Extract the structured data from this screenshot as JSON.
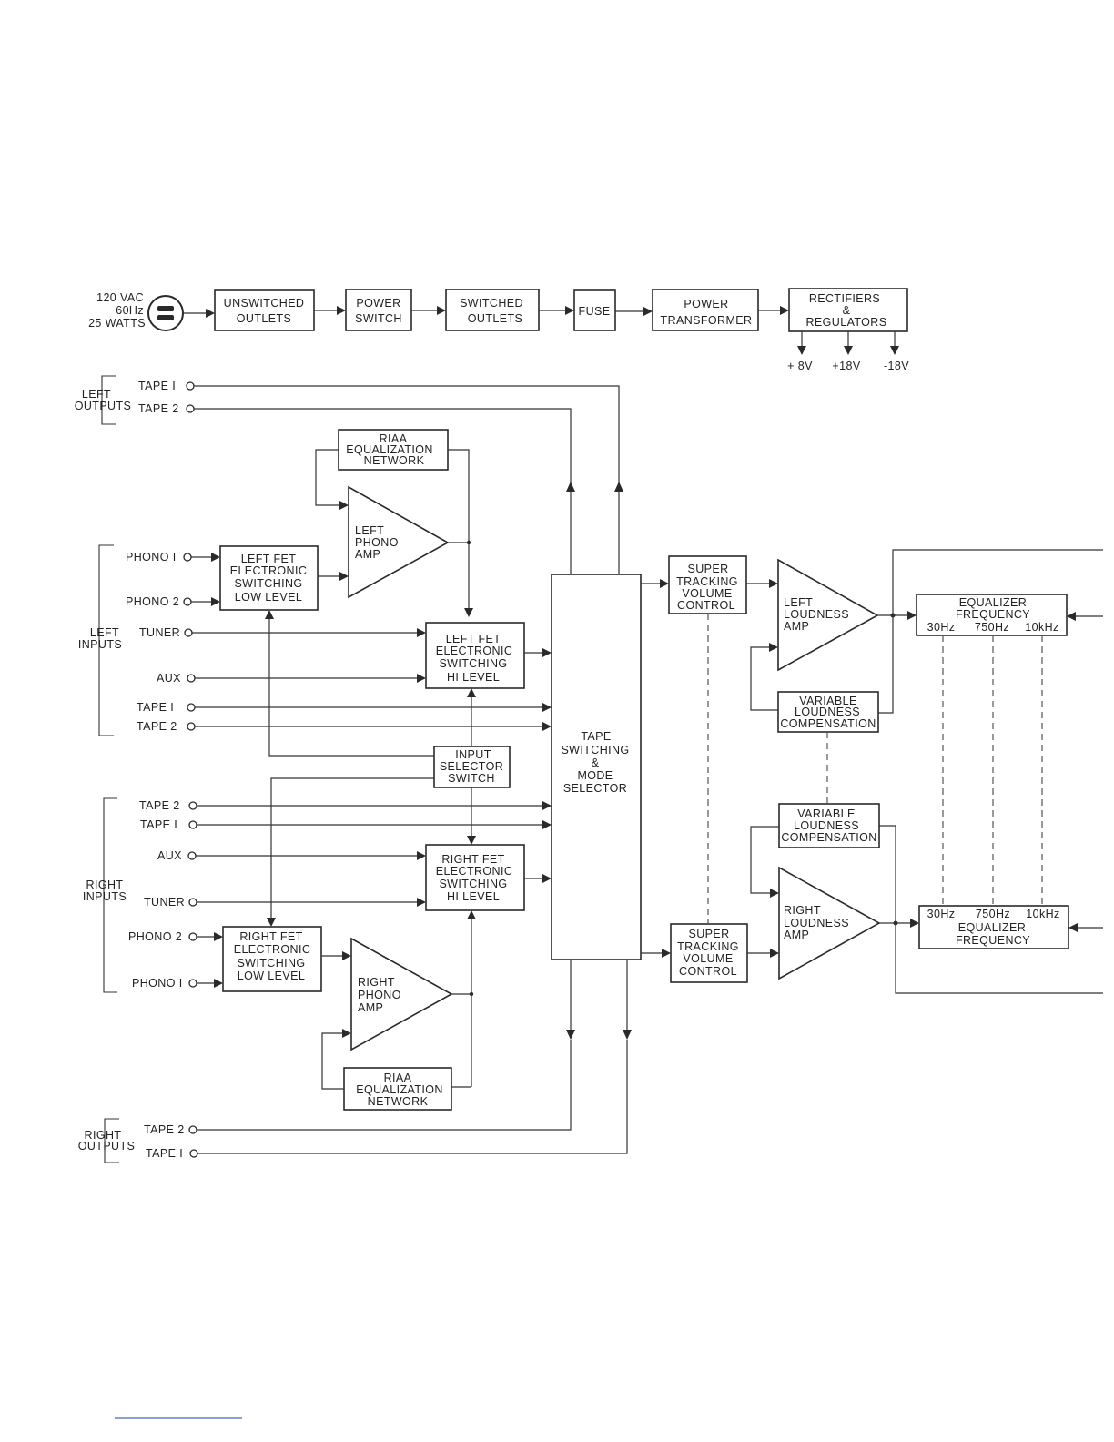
{
  "power_chain": {
    "source": [
      "120 VAC",
      "60Hz",
      "25 WATTS"
    ],
    "unswitched_outlets": [
      "UNSWITCHED",
      "OUTLETS"
    ],
    "power_switch": [
      "POWER",
      "SWITCH"
    ],
    "switched_outlets": [
      "SWITCHED",
      "OUTLETS"
    ],
    "fuse": [
      "FUSE"
    ],
    "power_transformer": [
      "POWER",
      "TRANSFORMER"
    ],
    "rectifiers": [
      "RECTIFIERS",
      "&",
      "REGULATORS"
    ],
    "rails": [
      "+ 8V",
      "+18V",
      "-18V"
    ]
  },
  "left_outputs": {
    "group": [
      "LEFT",
      "OUTPUTS"
    ],
    "tape1": "TAPE I",
    "tape2": "TAPE 2"
  },
  "right_outputs": {
    "group": [
      "RIGHT",
      "OUTPUTS"
    ],
    "tape2": "TAPE 2",
    "tape1": "TAPE I"
  },
  "left_inputs": {
    "group": [
      "LEFT",
      "INPUTS"
    ],
    "phono1": "PHONO I",
    "phono2": "PHONO 2",
    "tuner": "TUNER",
    "aux": "AUX",
    "tape1": "TAPE I",
    "tape2": "TAPE 2"
  },
  "right_inputs": {
    "group": [
      "RIGHT",
      "INPUTS"
    ],
    "tape2": "TAPE 2",
    "tape1": "TAPE I",
    "aux": "AUX",
    "tuner": "TUNER",
    "phono2": "PHONO 2",
    "phono1": "PHONO I"
  },
  "blocks": {
    "riaa_left": [
      "RIAA",
      "EQUALIZATION",
      "NETWORK"
    ],
    "left_phono_amp": [
      "LEFT",
      "PHONO",
      "AMP"
    ],
    "left_fet_low": [
      "LEFT FET",
      "ELECTRONIC",
      "SWITCHING",
      "LOW LEVEL"
    ],
    "left_fet_hi": [
      "LEFT FET",
      "ELECTRONIC",
      "SWITCHING",
      "HI LEVEL"
    ],
    "input_selector": [
      "INPUT",
      "SELECTOR",
      "SWITCH"
    ],
    "right_fet_hi": [
      "RIGHT FET",
      "ELECTRONIC",
      "SWITCHING",
      "HI LEVEL"
    ],
    "right_fet_low": [
      "RIGHT FET",
      "ELECTRONIC",
      "SWITCHING",
      "LOW LEVEL"
    ],
    "right_phono_amp": [
      "RIGHT",
      "PHONO",
      "AMP"
    ],
    "riaa_right": [
      "RIAA",
      "EQUALIZATION",
      "NETWORK"
    ],
    "tape_switching": [
      "TAPE",
      "SWITCHING",
      "&",
      "MODE",
      "SELECTOR"
    ],
    "super_tracking_left": [
      "SUPER",
      "TRACKING",
      "VOLUME",
      "CONTROL"
    ],
    "super_tracking_right": [
      "SUPER",
      "TRACKING",
      "VOLUME",
      "CONTROL"
    ],
    "left_loudness_amp": [
      "LEFT",
      "LOUDNESS",
      "AMP"
    ],
    "right_loudness_amp": [
      "RIGHT",
      "LOUDNESS",
      "AMP"
    ],
    "var_loudness_left": [
      "VARIABLE",
      "LOUDNESS",
      "COMPENSATION"
    ],
    "var_loudness_right": [
      "VARIABLE",
      "LOUDNESS",
      "COMPENSATION"
    ],
    "eq_left": [
      "EQUALIZER",
      "FREQUENCY"
    ],
    "eq_right": [
      "EQUALIZER",
      "FREQUENCY"
    ],
    "eq_bands": [
      "30Hz",
      "750Hz",
      "10kHz"
    ]
  }
}
